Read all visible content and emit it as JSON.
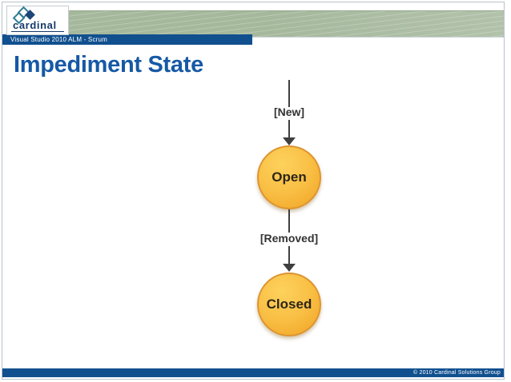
{
  "header": {
    "logo": {
      "text": "cardinal",
      "icon": "cardinal-diamonds-icon"
    },
    "subtitle_bar_text": "Visual Studio 2010 ALM - Scrum"
  },
  "title": "Impediment State",
  "diagram": {
    "type": "state-diagram",
    "states": [
      {
        "label": "Open"
      },
      {
        "label": "Closed"
      }
    ],
    "transitions": [
      {
        "from": "start",
        "to": "Open",
        "label": "[New]"
      },
      {
        "from": "Open",
        "to": "Closed",
        "label": "[Removed]"
      }
    ]
  },
  "footer": {
    "copyright": "© 2010 Cardinal Solutions Group"
  },
  "colors": {
    "bar_blue": "#11508f",
    "title_blue": "#1659a5",
    "banner_green": "#a5b89c",
    "circle_fill_bottom": "#efa323",
    "circle_border": "#dd9430",
    "arrow": "#3f3f3f"
  }
}
